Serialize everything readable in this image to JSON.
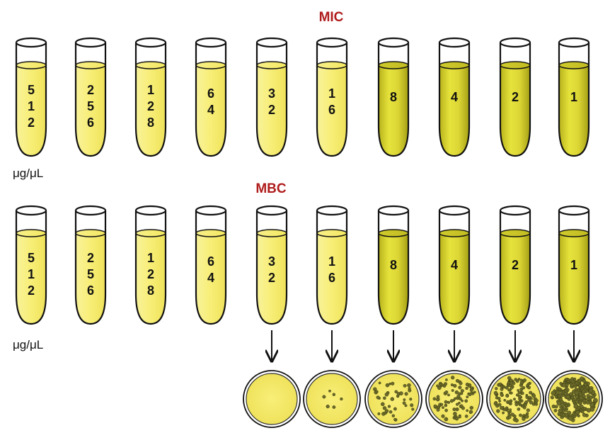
{
  "mic": {
    "title": "MIC",
    "unit": "μg/μL",
    "tubes": [
      {
        "label": "512",
        "fill": "light"
      },
      {
        "label": "256",
        "fill": "light"
      },
      {
        "label": "128",
        "fill": "light"
      },
      {
        "label": "64",
        "fill": "light"
      },
      {
        "label": "32",
        "fill": "light"
      },
      {
        "label": "16",
        "fill": "light"
      },
      {
        "label": "8",
        "fill": "turbid"
      },
      {
        "label": "4",
        "fill": "turbid"
      },
      {
        "label": "2",
        "fill": "turbid"
      },
      {
        "label": "1",
        "fill": "turbid"
      }
    ]
  },
  "mbc": {
    "title": "MBC",
    "unit": "μg/μL",
    "tubes": [
      {
        "label": "512",
        "fill": "light"
      },
      {
        "label": "256",
        "fill": "light"
      },
      {
        "label": "128",
        "fill": "light"
      },
      {
        "label": "64",
        "fill": "light"
      },
      {
        "label": "32",
        "fill": "light"
      },
      {
        "label": "16",
        "fill": "light"
      },
      {
        "label": "8",
        "fill": "turbid"
      },
      {
        "label": "4",
        "fill": "turbid"
      },
      {
        "label": "2",
        "fill": "turbid"
      },
      {
        "label": "1",
        "fill": "turbid"
      }
    ],
    "plates": [
      {
        "from_tube": "32",
        "growth": "none",
        "colonies": 0
      },
      {
        "from_tube": "16",
        "growth": "few",
        "colonies": 6
      },
      {
        "from_tube": "8",
        "growth": "scattered",
        "colonies": 40
      },
      {
        "from_tube": "4",
        "growth": "moderate",
        "colonies": 80
      },
      {
        "from_tube": "2",
        "growth": "heavy",
        "colonies": 140
      },
      {
        "from_tube": "1",
        "growth": "confluent",
        "colonies": 220
      }
    ]
  },
  "colors": {
    "title_red": "#b01c1c",
    "light_medium": "#f7ee76",
    "turbid_medium": "#e3df3a",
    "plate_agar": "#f5ea6a",
    "colony": "#6b6a2a",
    "outline": "#111111"
  }
}
